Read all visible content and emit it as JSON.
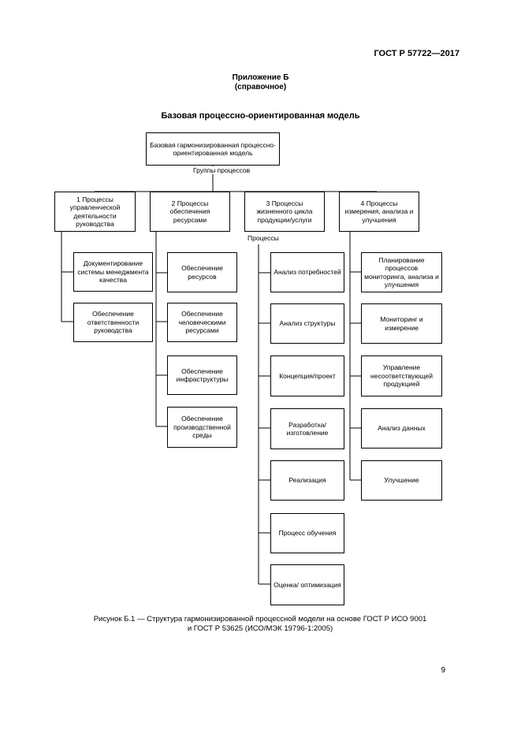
{
  "header": {
    "standard": "ГОСТ Р 57722—2017"
  },
  "appendix": {
    "title": "Приложение Б",
    "subtitle": "(справочное)"
  },
  "figure_title": "Базовая процессно-ориентированная модель",
  "diagram": {
    "root": "Базовая гармонизированная процессно-ориентированная модель",
    "groups_label": "Группы процессов",
    "processes_label": "Процессы",
    "groups": [
      {
        "label": "1 Процессы управленческой деятельности руководства",
        "children": [
          "Документирование системы менеджмента качества",
          "Обеспечение ответственности руководства"
        ]
      },
      {
        "label": "2 Процессы обеспечения ресурсами",
        "children": [
          "Обеспечение ресурсов",
          "Обеспечение человеческими ресурсами",
          "Обеспечение инфраструктуры",
          "Обеспечение производственной среды"
        ]
      },
      {
        "label": "3 Процессы жизненного цикла продукции/услуги",
        "children": [
          "Анализ потребностей",
          "Анализ структуры",
          "Концепция/проект",
          "Разработка/ изготовление",
          "Реализация",
          "Процесс обучения",
          "Оценка/ оптимизация"
        ]
      },
      {
        "label": "4 Процессы измерения, анализа и улучшения",
        "children": [
          "Планирование процессов мониторинга, анализа и улучшения",
          "Мониторинг и измерение",
          "Управление несоответствующей продукцией",
          "Анализ данных",
          "Улучшение"
        ]
      }
    ]
  },
  "caption": {
    "line1": "Рисунок Б.1 — Структура гармонизированной процессной модели на основе ГОСТ Р ИСО 9001",
    "line2": "и ГОСТ Р 53625 (ИСО/МЭК 19796-1:2005)"
  },
  "page_number": "9"
}
